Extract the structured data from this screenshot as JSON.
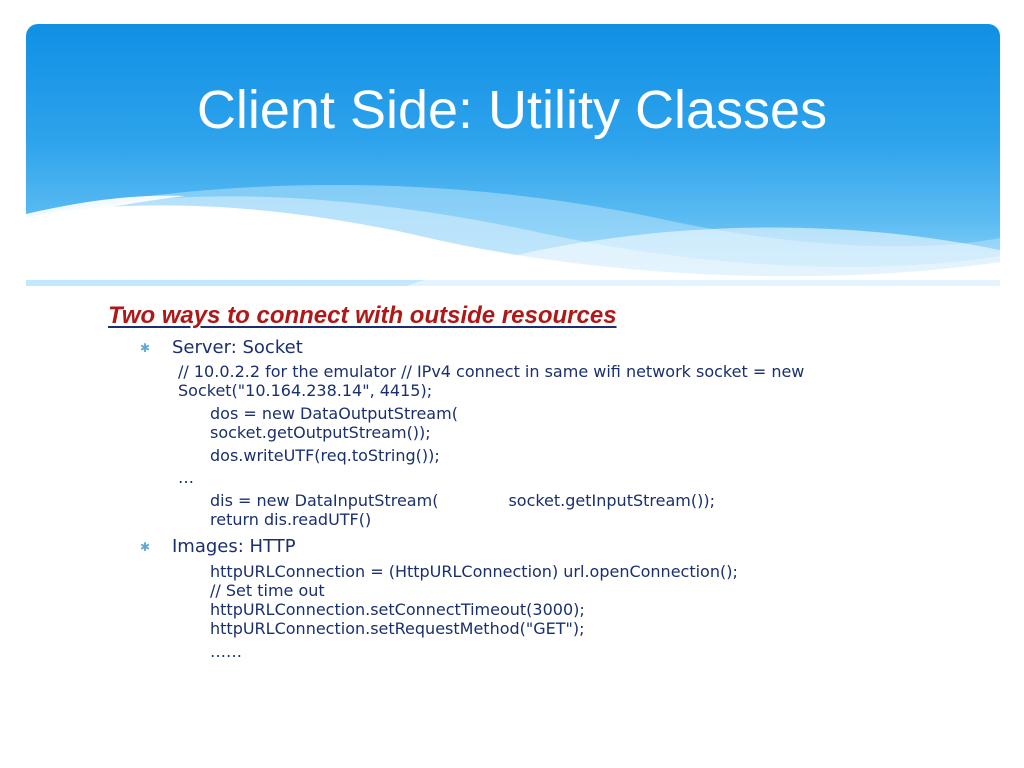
{
  "slide": {
    "title": "Client Side: Utility Classes",
    "heading": "Two ways to connect with outside resources",
    "bullets": [
      {
        "label": "Server: Socket",
        "lines": {
          "comment_1": "// 10.0.2.2 for the emulator    // IPv4 connect in same wifi network socket = new",
          "comment_2": "Socket(\"10.164.238.14\", 4415);",
          "dos_1": "dos = new DataOutputStream(",
          "dos_2": "socket.getOutputStream());",
          "dos_3": "dos.writeUTF(req.toString());",
          "ellipsis": "…",
          "dis_1a": "dis = new DataInputStream(",
          "dis_1b": "socket.getInputStream());",
          "dis_2": "return dis.readUTF()"
        }
      },
      {
        "label": "Images: HTTP",
        "lines": {
          "http_1": "httpURLConnection = (HttpURLConnection) url.openConnection();",
          "http_2": "// Set time out",
          "http_3": "httpURLConnection.setConnectTimeout(3000);",
          "http_4": "httpURLConnection.setRequestMethod(\"GET\");",
          "http_5": "……"
        }
      }
    ]
  },
  "colors": {
    "banner_top": "#1090e4",
    "banner_bottom": "#9ad6f8",
    "heading": "#b01818",
    "body_text": "#1a2f6e"
  }
}
